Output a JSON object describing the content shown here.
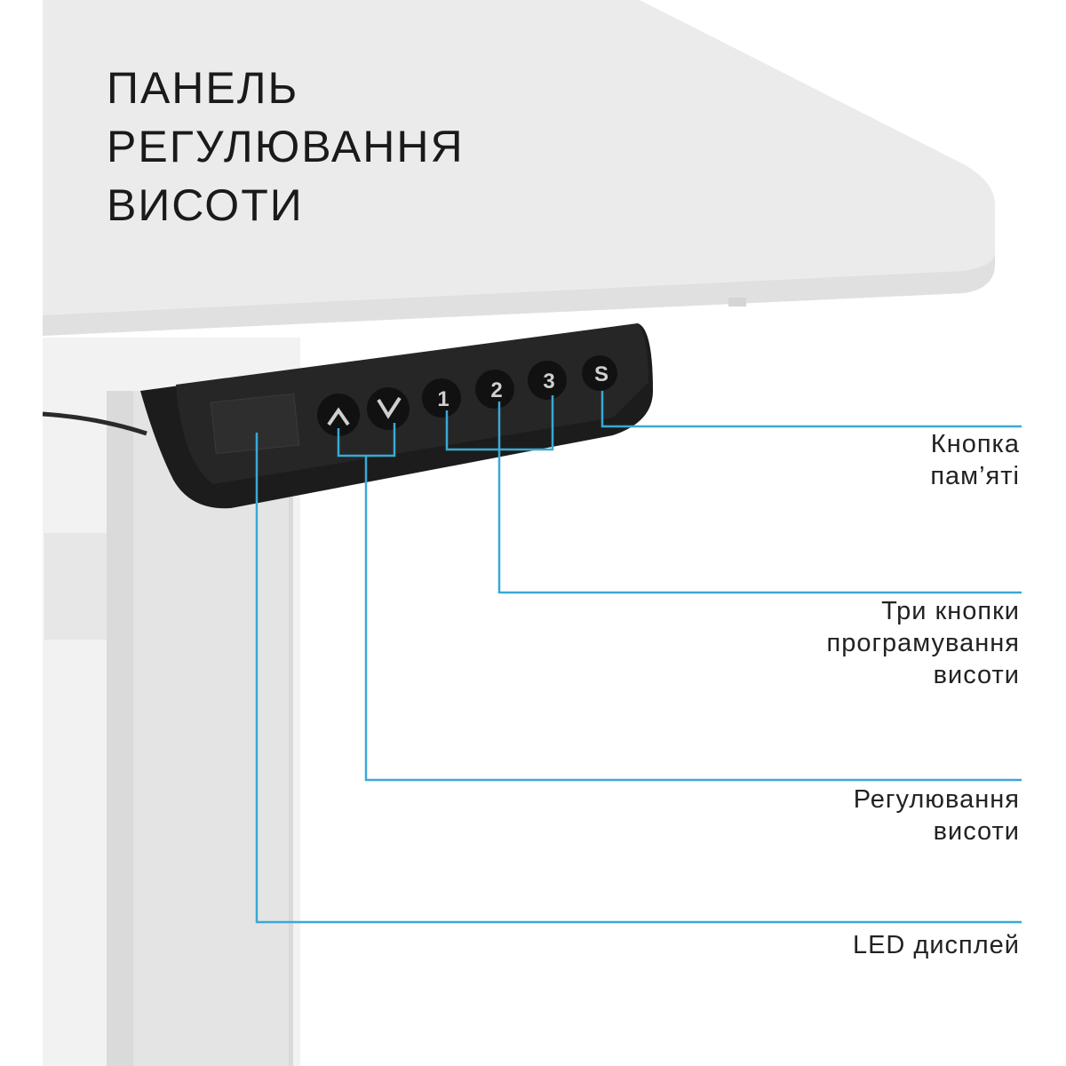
{
  "title": {
    "lines": [
      "ПАНЕЛЬ",
      "РЕГУЛЮВАННЯ",
      "ВИСОТИ"
    ]
  },
  "panel_buttons": {
    "up": "up-arrow",
    "down": "down-arrow",
    "b1": "1",
    "b2": "2",
    "b3": "3",
    "s": "S"
  },
  "callouts": {
    "memory": [
      "Кнопка",
      "пам’яті"
    ],
    "presets": [
      "Три кнопки",
      "програмування",
      "висоти"
    ],
    "height": [
      "Регулювання",
      "висоти"
    ],
    "display": [
      "LED дисплей"
    ]
  },
  "colors": {
    "callout_line": "#3aa9d6",
    "panel": "#1c1c1c",
    "desk": "#ececec"
  }
}
